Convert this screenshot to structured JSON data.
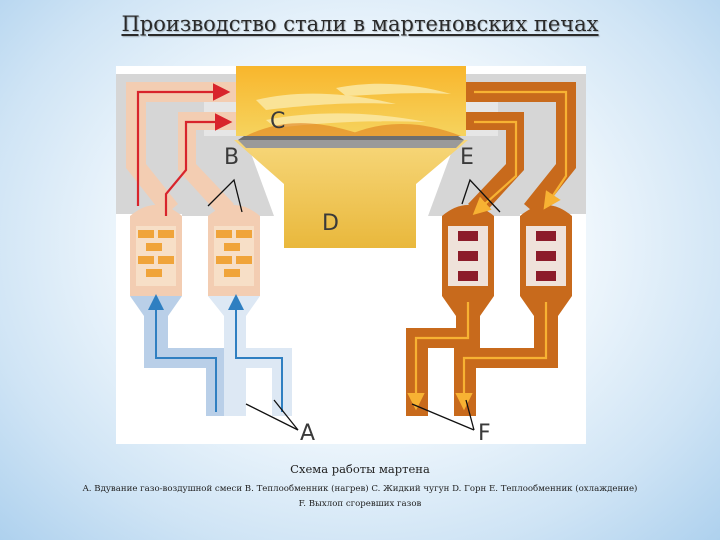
{
  "title": "Производство стали в мартеновских печах",
  "diagram": {
    "labels": {
      "A": "A",
      "B": "B",
      "C": "C",
      "D": "D",
      "E": "E",
      "F": "F"
    },
    "colors": {
      "background": "#ffffff",
      "furnace_shell": "#d6d6d6",
      "flame": "#f7b933",
      "molten_pig_iron": "#f2c64a",
      "hot_duct": "#f3cdb2",
      "hot_arrow": "#d8242c",
      "cool_duct": "#b9cfe8",
      "cool_arrow": "#2f7fc1",
      "exhaust_duct": "#c86a1c",
      "exhaust_arrow": "#f7b233",
      "brick_hot": "#f0a43a",
      "brick_cooling": "#8c1c2a"
    }
  },
  "caption": "Схема работы мартена",
  "legend": {
    "line1": "A. Вдувание газо-воздушной смеси B. Теплообменник (нагрев) C. Жидкий чугун D. Горн E. Теплообменник (охлаждение)",
    "line2": "F. Выхлоп сгоревших газов"
  }
}
